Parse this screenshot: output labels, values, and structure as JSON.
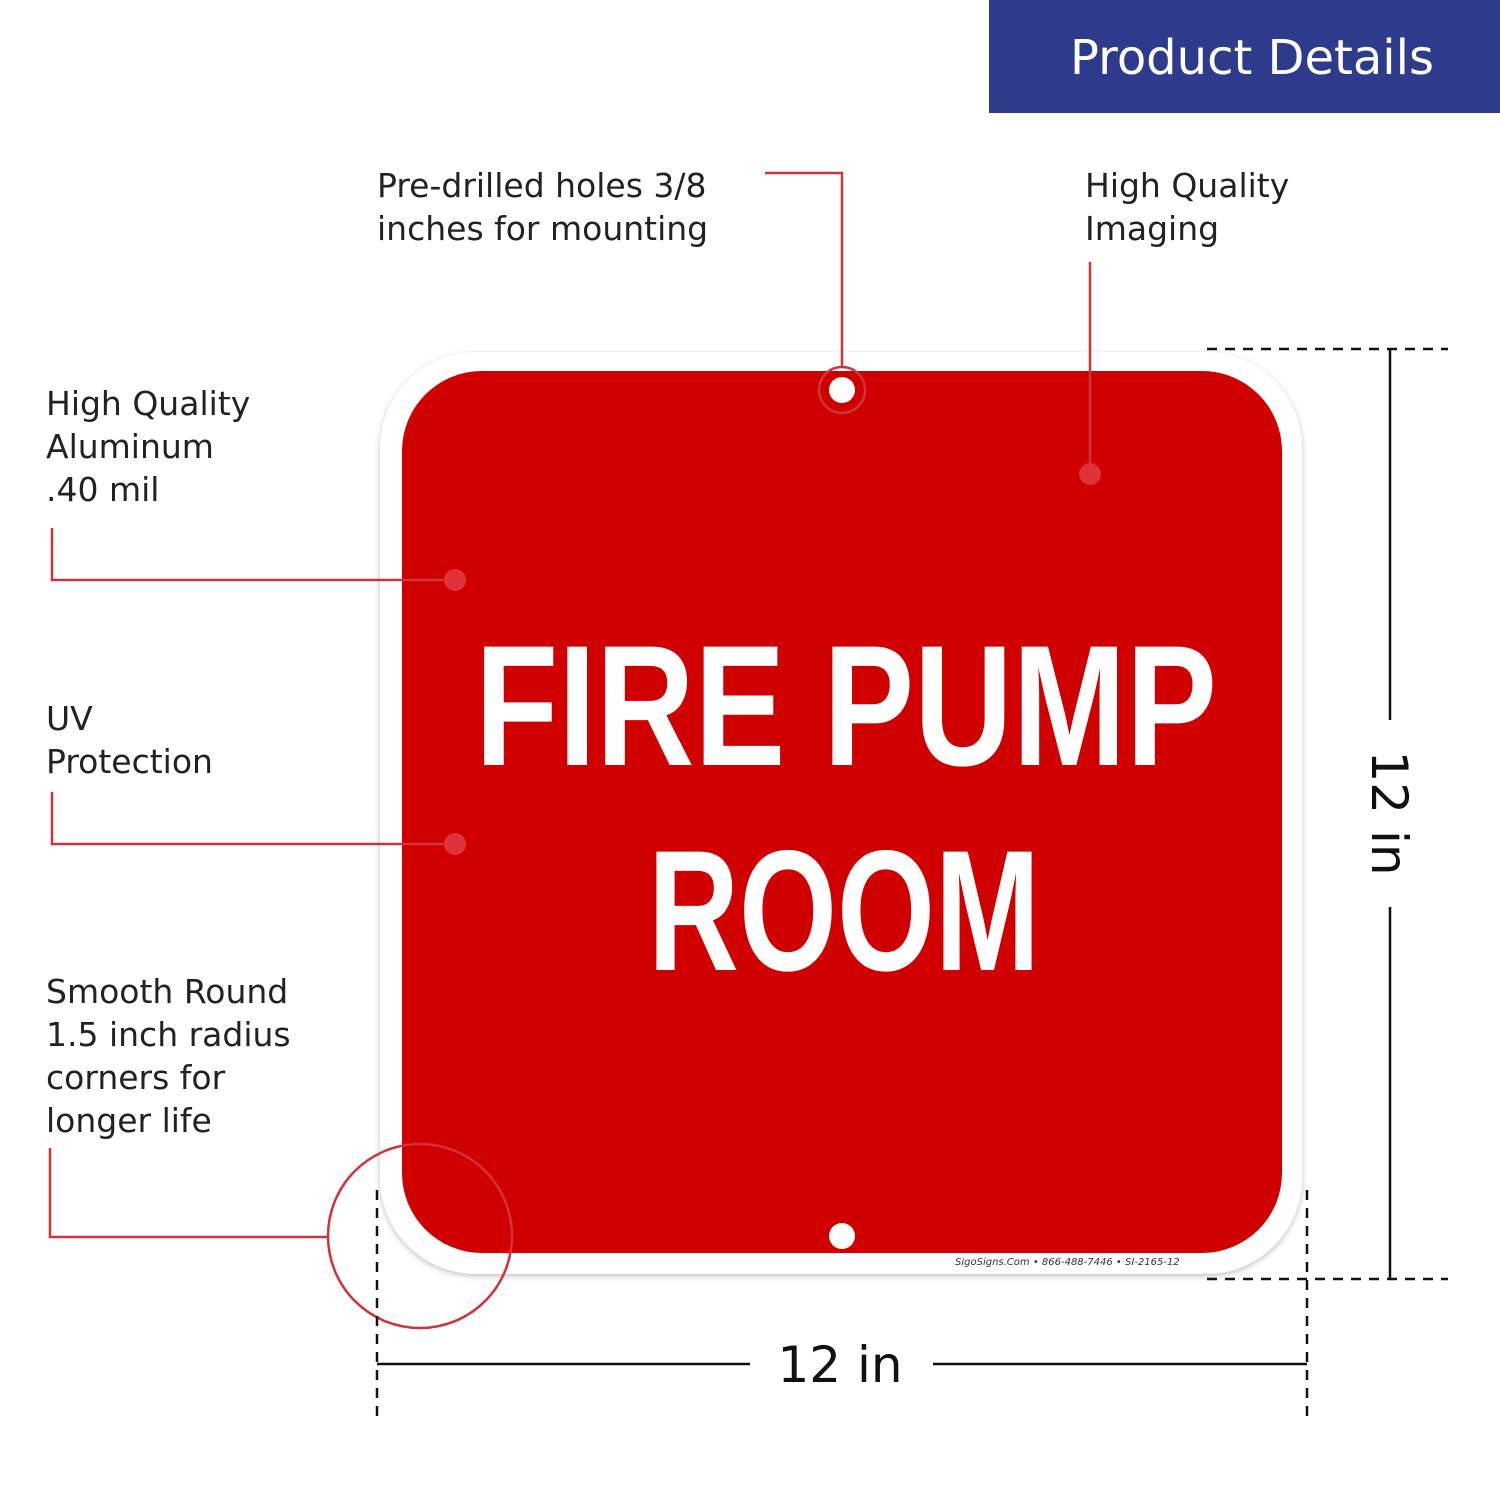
{
  "header": {
    "title": "Product Details",
    "color": "#2e3a8c"
  },
  "sign": {
    "line1": "FIRE PUMP",
    "line2": "ROOM",
    "footer": "SigoSigns.Com • 866-488-7446 • SI-2165-12",
    "color": "#d10000"
  },
  "callouts": {
    "holes": [
      "Pre-drilled holes 3/8",
      "inches for mounting"
    ],
    "imaging": [
      "High Quality",
      "Imaging"
    ],
    "aluminum": [
      "High Quality",
      "Aluminum",
      ".40 mil"
    ],
    "uv": [
      "UV",
      "Protection"
    ],
    "corners": [
      "Smooth Round",
      "1.5 inch radius",
      "corners for",
      "longer life"
    ],
    "line_color": "#d0343a"
  },
  "dimensions": {
    "width": "12 in",
    "height": "12 in"
  }
}
